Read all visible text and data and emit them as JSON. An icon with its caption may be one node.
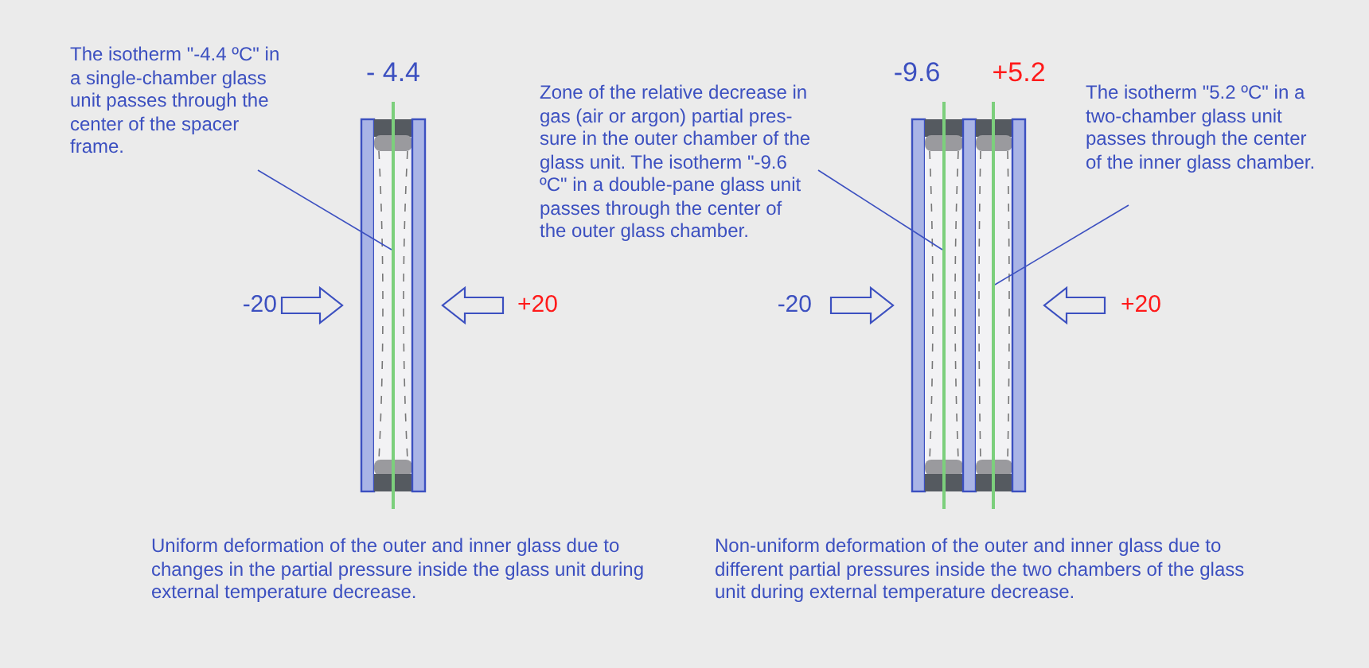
{
  "diagram": {
    "nodes": [
      {
        "text": [
          "The isotherm \"-4.4 ºC\" in a single-chamber glass unit passes through the center of the spacer frame."
        ]
      },
      {
        "text": [],
        "shape": "bar",
        "beside": [
          "- 4.4"
        ]
      },
      {
        "text": [
          "Zone of the relative decrease in gas (air or argon) partial pres- sure in the outer chamber of the glass unit. The isotherm \"-9.6 ºC\" in a double-pane glass unit passes through the center of the outer glass chamber."
        ]
      },
      {
        "text": [],
        "shape": "bar",
        "beside": [
          "-9.6"
        ]
      },
      {
        "text": [
          "The isotherm \"5.2 ºC\" in a two-chamber glass unit passes through the center of the inner glass chamber."
        ]
      },
      {
        "text": [],
        "shape": "bar",
        "beside": [
          "+5.2"
        ]
      }
    ],
    "edges": [
      {
        "from": 0,
        "to": 1,
        "arrow": "none"
      },
      {
        "from": 2,
        "to": 3,
        "arrow": "none"
      },
      {
        "from": 4,
        "to": 5,
        "arrow": "none"
      }
    ],
    "labels": [
      "-20",
      "+20",
      "-20",
      "+20",
      "Uniform deformation of the outer and inner glass due to changes in the partial pressure inside the glass unit during external temperature decrease.",
      "Non-uniform deformation of the outer and inner glass due to different partial pressures inside the two chambers of the glass unit during external temperature decrease."
    ]
  }
}
